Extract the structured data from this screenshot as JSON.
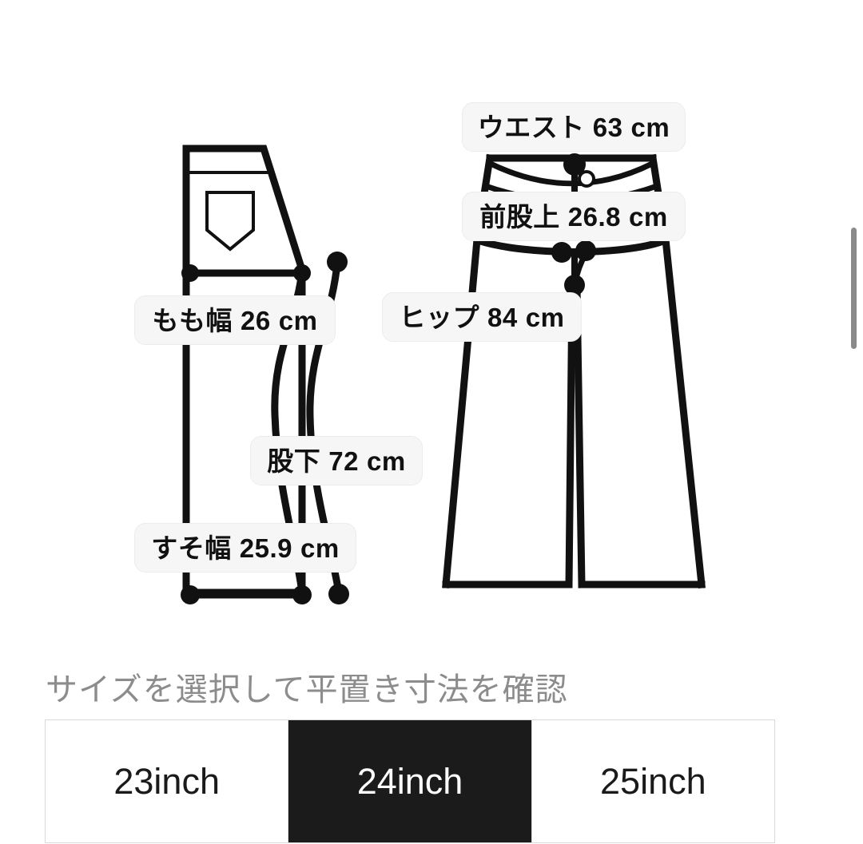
{
  "diagram": {
    "title_hidden": "",
    "labels": {
      "waist": {
        "name": "ウエスト",
        "value": "63",
        "unit": "cm"
      },
      "rise": {
        "name": "前股上",
        "value": "26.8",
        "unit": "cm"
      },
      "hip": {
        "name": "ヒップ",
        "value": "84",
        "unit": "cm"
      },
      "thigh": {
        "name": "もも幅",
        "value": "26",
        "unit": "cm"
      },
      "inseam": {
        "name": "股下",
        "value": "72",
        "unit": "cm"
      },
      "hem": {
        "name": "すそ幅",
        "value": "25.9",
        "unit": "cm"
      }
    },
    "colors": {
      "line": "#111111",
      "pill_bg": "#f6f6f6",
      "pill_border": "#ececec",
      "text": "#111111"
    }
  },
  "caption": "サイズを選択して平置き寸法を確認",
  "size_selector": {
    "options": [
      {
        "label": "23inch",
        "selected": false
      },
      {
        "label": "24inch",
        "selected": true
      },
      {
        "label": "25inch",
        "selected": false
      }
    ]
  },
  "scrollbar": {
    "color": "#8a8a8a"
  }
}
